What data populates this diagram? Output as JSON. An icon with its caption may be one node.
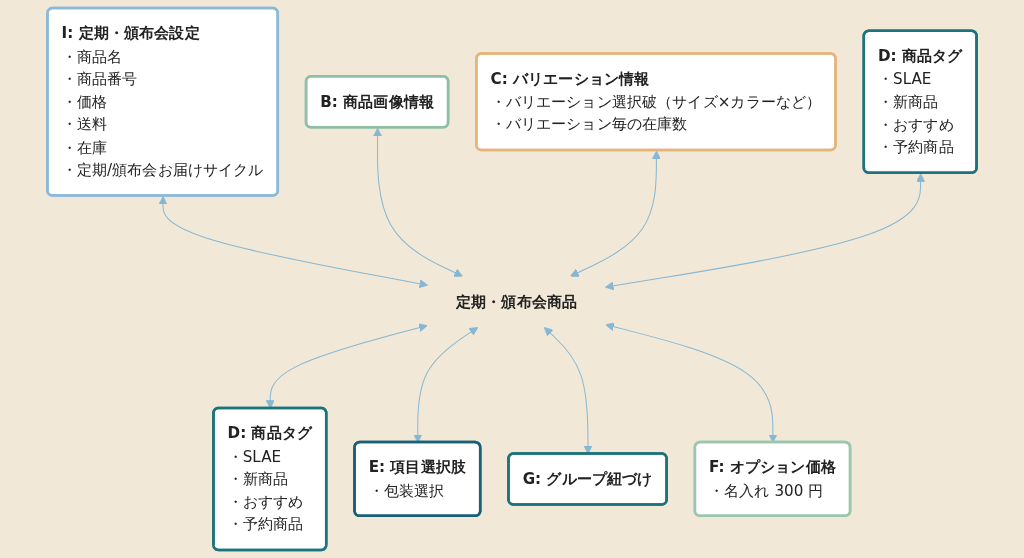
{
  "diagram": {
    "nodes": [
      {
        "text": [
          "I: 定期・頒布会設定",
          "・商品名",
          "・商品番号",
          "・価格",
          "・送料",
          "・在庫",
          "・定期/頒布会お届けサイクル"
        ]
      },
      {
        "text": [
          "B: 商品画像情報"
        ]
      },
      {
        "text": [
          "C: バリエーション情報",
          "・バリエーション選択破（サイズ×カラーなど）",
          "・バリエーション毎の在庫数"
        ]
      },
      {
        "text": [
          "D: 商品タグ",
          "・SLAE",
          "・新商品",
          "・おすすめ",
          "・予約商品"
        ]
      },
      {
        "text": [
          "D: 商品タグ",
          "・SLAE",
          "・新商品",
          "・おすすめ",
          "・予約商品"
        ]
      },
      {
        "text": [
          "定期・頒布会商品"
        ]
      },
      {
        "text": [
          "E: 項目選択肢",
          "・包装選択"
        ]
      },
      {
        "text": [
          "G: グループ紐づけ"
        ]
      },
      {
        "text": [
          "F: オプション価格",
          "・名入れ 300 円"
        ]
      }
    ],
    "edges": [
      {
        "from": 0,
        "to": 5,
        "arrow": "both"
      },
      {
        "from": 1,
        "to": 5,
        "arrow": "both"
      },
      {
        "from": 2,
        "to": 5,
        "arrow": "both"
      },
      {
        "from": 3,
        "to": 5,
        "arrow": "both"
      },
      {
        "from": 5,
        "to": 4,
        "arrow": "both"
      },
      {
        "from": 5,
        "to": 6,
        "arrow": "both"
      },
      {
        "from": 5,
        "to": 7,
        "arrow": "both"
      },
      {
        "from": 5,
        "to": 8,
        "arrow": "both"
      }
    ]
  }
}
